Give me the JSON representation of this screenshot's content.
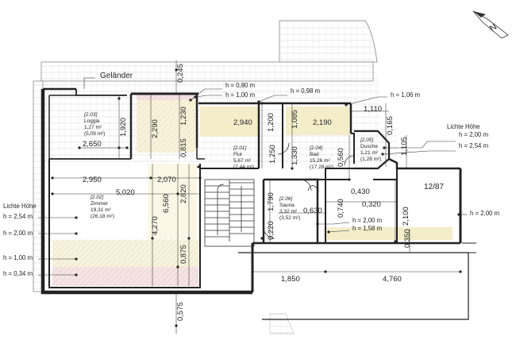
{
  "annotations": {
    "gelaender": "Geländer",
    "plan_number": "12/87",
    "north_letter": "N"
  },
  "rooms": {
    "loggia": {
      "id": "[2.03]",
      "name": "Loggia",
      "area": "1,27 m²",
      "area2": "(5,09 m²)"
    },
    "flur": {
      "id": "[2.01]",
      "name": "Flur",
      "area": "5,67 m²",
      "area2": "(7,44 m²)"
    },
    "bad": {
      "id": "[2.04]",
      "name": "Bad",
      "area": "15,26 m²",
      "area2": "(17,28 m²)"
    },
    "dusche": {
      "id": "[2.05]",
      "name": "Dusche",
      "area": "1,21 m²",
      "area2": "(1,28 m²)"
    },
    "zimmer": {
      "id": "[2.02]",
      "name": "Zimmer",
      "area": "19,31 m²",
      "area2": "(26,18 m²)"
    },
    "sauna": {
      "id": "[2.06]",
      "name": "Sauna",
      "area": "3,32 m²",
      "area2": "(3,52 m²)"
    }
  },
  "height_labels": {
    "h080": "h = 0,80 m",
    "h100_top": "h = 1,00 m",
    "h098": "h = 0,98 m",
    "h106": "h = 1,06 m",
    "lh_right": "Lichte Höhe",
    "h200_right": "h = 2,00 m",
    "h254_right": "h = 2,54 m",
    "h200_far": "h = 2,00 m",
    "h200_mid": "h = 2,00 m",
    "h158_mid": "h = 1,58 m",
    "lh_left": "Lichte Höhe",
    "h254_left": "h = 2,54 m",
    "h200_left": "h = 2,00 m",
    "h100_left": "h = 1,00 m",
    "h034_left": "h = 0,34 m"
  },
  "dimensions": {
    "d0245": "0,245",
    "d1920": "1,920",
    "d2650": "2,650",
    "d2290": "2,290",
    "d1230": "1,230",
    "d0815": "0,815",
    "d2940": "2,940",
    "d1200": "1,200",
    "d1085": "1,085",
    "d2190": "2,190",
    "d1110": "1,110",
    "d0165": "0,165",
    "d1105": "1,105",
    "d0560": "0,560",
    "d1330": "1,330",
    "d1250": "1,250",
    "d2950": "2,950",
    "d2070": "2,070",
    "d5020": "5,020",
    "d6560": "6,560",
    "d2820": "2,820",
    "d4270": "4,270",
    "d0875": "0,875",
    "d1790": "1,790",
    "d0630": "0,630",
    "d0220": "0,220",
    "d0740": "0,740",
    "d0430": "0,430",
    "d0320": "0,320",
    "d2100": "2,100",
    "d0350": "0,350",
    "d1850": "1,850",
    "d4760": "4,760",
    "d0575": "0,575"
  }
}
